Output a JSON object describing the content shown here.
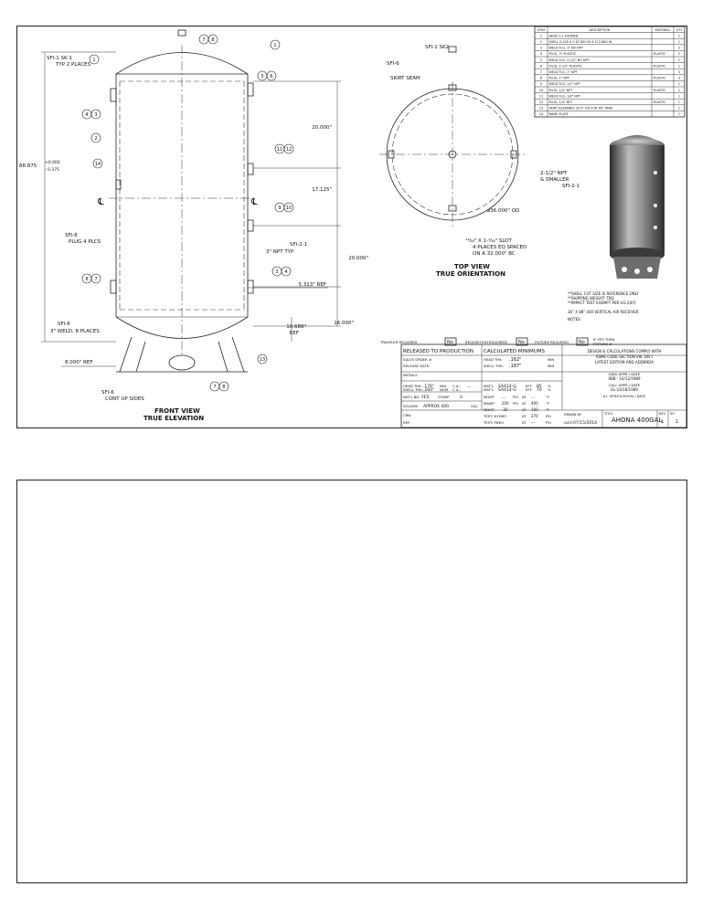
{
  "bom": {
    "headers": [
      "ITEM",
      "DESCRIPTION",
      "MATERIAL",
      "QTY"
    ],
    "rows": [
      [
        "1",
        "HEAD 2:1 FORMED",
        "",
        "2"
      ],
      [
        "2",
        "SHELL 0.200 X 0 87 800 IN X 112.880 IN",
        "",
        "1"
      ],
      [
        "3",
        "WELD FLG, 3\" NO NPT",
        "",
        "2"
      ],
      [
        "4",
        "PLUG, 3\" PLASTIC",
        "PLASTIC",
        "2"
      ],
      [
        "5",
        "WELD FLG, 2-1/2\" NO NPT",
        "",
        "1"
      ],
      [
        "6",
        "PLUG, 2-1/2\" PLASTIC",
        "PLASTIC",
        "1"
      ],
      [
        "7",
        "WELD FLG, 1\" NPT",
        "",
        "3"
      ],
      [
        "8",
        "PLUG, 1\" NPT",
        "PLASTIC",
        "3"
      ],
      [
        "9",
        "WELD FLG, 1/2\" NPT",
        "",
        "1"
      ],
      [
        "10",
        "PLUG, 1/2\" NPT",
        "PLASTIC",
        "1"
      ],
      [
        "11",
        "WELD FLG, 1/4\" NPT",
        "",
        "1"
      ],
      [
        "12",
        "PLUG, 1/4\" NPT",
        "PLASTIC",
        "1"
      ],
      [
        "13",
        "SKIRT ASSEMBLY 29.5\" OD FOR 36\" TANK",
        "",
        "1"
      ],
      [
        "14",
        "NAME PLATE",
        "",
        "1"
      ]
    ]
  },
  "front": {
    "title": "FRONT VIEW",
    "subtitle": "TRUE ELEVATION",
    "sfi1": "SFI-1 SK 1",
    "sfi1_sub": "TYP 2 PLACES",
    "sfi6_plug": "SFI-6",
    "plug4": "PLUG 4 PLCS",
    "sfi6_weld": "SFI-6",
    "weld_note": "3\" WELD, 8 PLACES",
    "sfi6_skirt": "SFI-6",
    "skirt_note": "CONT UP SIDES",
    "sfi21": "SFI-2-1",
    "npt_typ": "3\" NPT TYP",
    "dim_20a": "20.000\"",
    "dim_17": "17.125\"",
    "dim_20b": "20.000\"",
    "dim_5313": "5.313\" REF",
    "dim_10688": "10.688\"",
    "dim_ref": "REF",
    "dim_16": "16.000\"",
    "dim_8": "8.000\" REF",
    "dim_88": "88.875",
    "dim_tol_plus": "+0.000",
    "dim_tol_minus": "- 0.375",
    "cl_mark": "℄"
  },
  "top": {
    "title": "TOP VIEW",
    "subtitle": "TRUE ORIENTATION",
    "sfi1sk2": "SFI-1 SK2",
    "sfi6": "SFI-6",
    "skirt_seam": "SKIRT SEAM",
    "npt_note": "2-1/2\" NPT",
    "smaller": "& SMALLER",
    "sfi21": "SFI-2-1",
    "dia": "⌀36.000\" OD",
    "slot1": "¹¹⁄₁₆\" X 1-¹⁄₁₆\" SLOT",
    "slot2": "4 PLACES EQ SPACED",
    "slot3": "ON A 32.000\" BC"
  },
  "notes": {
    "n1": "**SHELL CUT SIZE IS REFERENCE ONLY",
    "n2": "**SHIPPING WEIGHT: TBD",
    "n3": "**IMPACT TEST EXEMPT PER UG-20(f)",
    "n4": "36\" X 88\" 400 VERTICAL AIR RECEIVER",
    "notes_label": "NOTES"
  },
  "title_block": {
    "traveler": "TRAVELER REQUIRED",
    "traveler_val": "No",
    "requisition": "REQUISITION REQUIRED",
    "requisition_val": "No",
    "fixture": "FIXTURE REQUIRED",
    "fixture_val": "No",
    "if_yes": "IF YES THEN",
    "fixture_num": "FIXTURE #",
    "released": "RELEASED TO PRODUCTION",
    "calc_min": "CALCULATED MINIMUMS",
    "design_note1": "DESIGN & CALCULATIONS COMPLY WITH",
    "design_note2": "ASME CODE SECTION VIII, DIV I",
    "design_note3": "LATEST EDITION AND ADDENDA",
    "sales_order": "SALES ORDER #",
    "release_date": "RELEASE DATE:",
    "initials": "INITIALS",
    "head_thk_lbl": "HEAD THK:",
    "head_thk": ".162\"",
    "shell_thk_lbl": "SHELL THK:",
    "shell_thk": ".187\"",
    "min_lbl": "MIN",
    "dwg_appr": "DWG APPR / DATE",
    "dwg_appr_val": "SBB - 10/12/1989",
    "calc_appr": "CALC APPR / DATE",
    "calc_appr_val": "GL-10/18/1989",
    "ai_appr": "A.I. VERIFICATION / DATE",
    "head_thk2_lbl": "HEAD THK:",
    "head_thk2": ".176\"",
    "shell_thk2_lbl": "SHELL THK:",
    "shell_thk2": ".200\"",
    "min2": "MIN",
    "nom": "NOM",
    "ca_lbl": "C.A.:",
    "ca_val": "---",
    "matl_lbl": "MAT'L",
    "matl1": "SA414-G",
    "matl2": "SA414-G",
    "eff_lbl": "EFF",
    "eff1": "85",
    "eff2": "70",
    "pct": "%",
    "natl_bd": "NAT'L BD:",
    "natl_bd_val": "YES",
    "stamp": "STAMP",
    "stamp_val": "U",
    "volume": "VOLUME:",
    "volume_val": "APPROX 400",
    "gal": "GAL",
    "crn": "CRN:",
    "ref": "REF:",
    "mdmt_lbl": "MDMT",
    "mawp_lbl": "MAWP",
    "mdmt": "---",
    "mawp": "200",
    "mdmt2": "-20",
    "temp1": "---",
    "temp2": "400",
    "temp3": "100",
    "psi": "PSI",
    "at": "AT",
    "deg": "°F",
    "test_hydro": "TEST: HYDRO",
    "test_pneu": "TEST: PNEU",
    "hydro_val": "270",
    "pneu_val": "---",
    "drawn_by": "DRAWN BY:",
    "date_lbl": "DATE:",
    "date": "07/15/2014",
    "title_lbl": "TITLE",
    "title": "AHONA 400GAL",
    "rev_lbl": "REV",
    "rev": "1",
    "sheet_lbl": "SH",
    "sheet": "1"
  },
  "bubbles": [
    "1",
    "2",
    "3",
    "4",
    "5",
    "6",
    "7",
    "8",
    "9",
    "10",
    "11",
    "12",
    "13",
    "14"
  ],
  "colors": {
    "line": "#222222",
    "tank_dark": "#3b3b3b",
    "tank_light": "#bdbdbd"
  }
}
